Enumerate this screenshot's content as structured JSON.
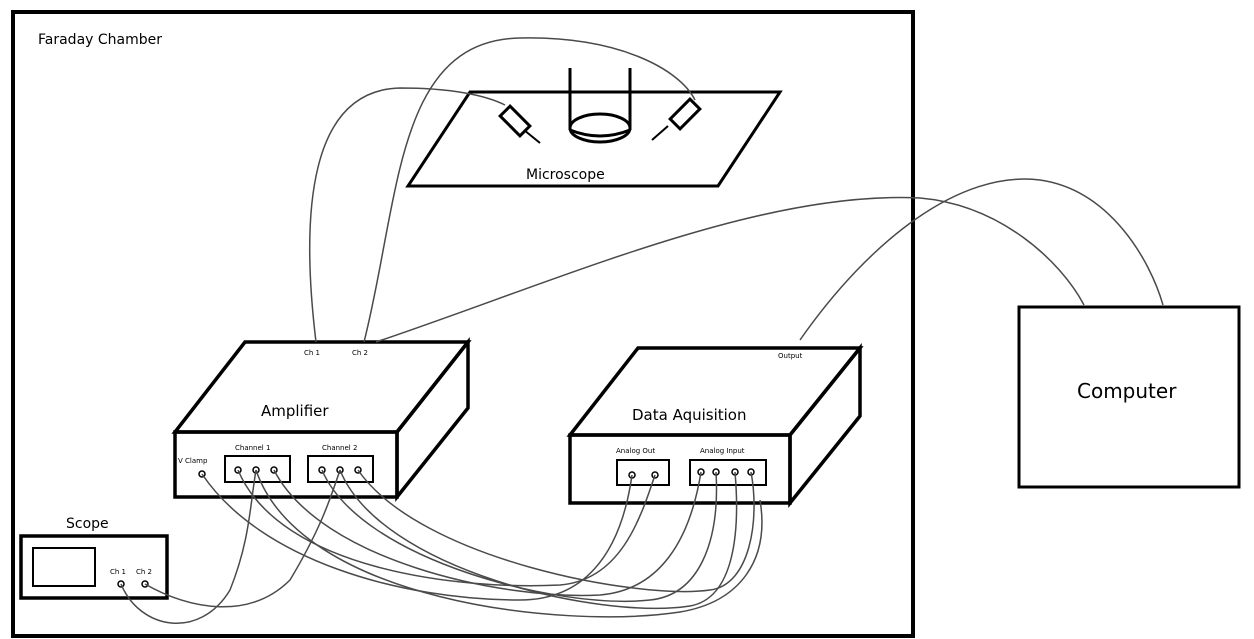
{
  "diagram": {
    "chamber_label": "Faraday Chamber",
    "microscope_label": "Microscope",
    "amplifier": {
      "label": "Amplifier",
      "top_ports": [
        "Ch 1",
        "Ch 2"
      ],
      "vclamp_label": "V Clamp",
      "channel1_label": "Channel 1",
      "channel2_label": "Channel 2"
    },
    "daq": {
      "label": "Data Aquisition",
      "output_label": "Output",
      "analog_out_label": "Analog Out",
      "analog_input_label": "Analog Input"
    },
    "scope": {
      "label": "Scope",
      "ports": [
        "Ch 1",
        "Ch 2"
      ]
    },
    "computer_label": "Computer"
  }
}
